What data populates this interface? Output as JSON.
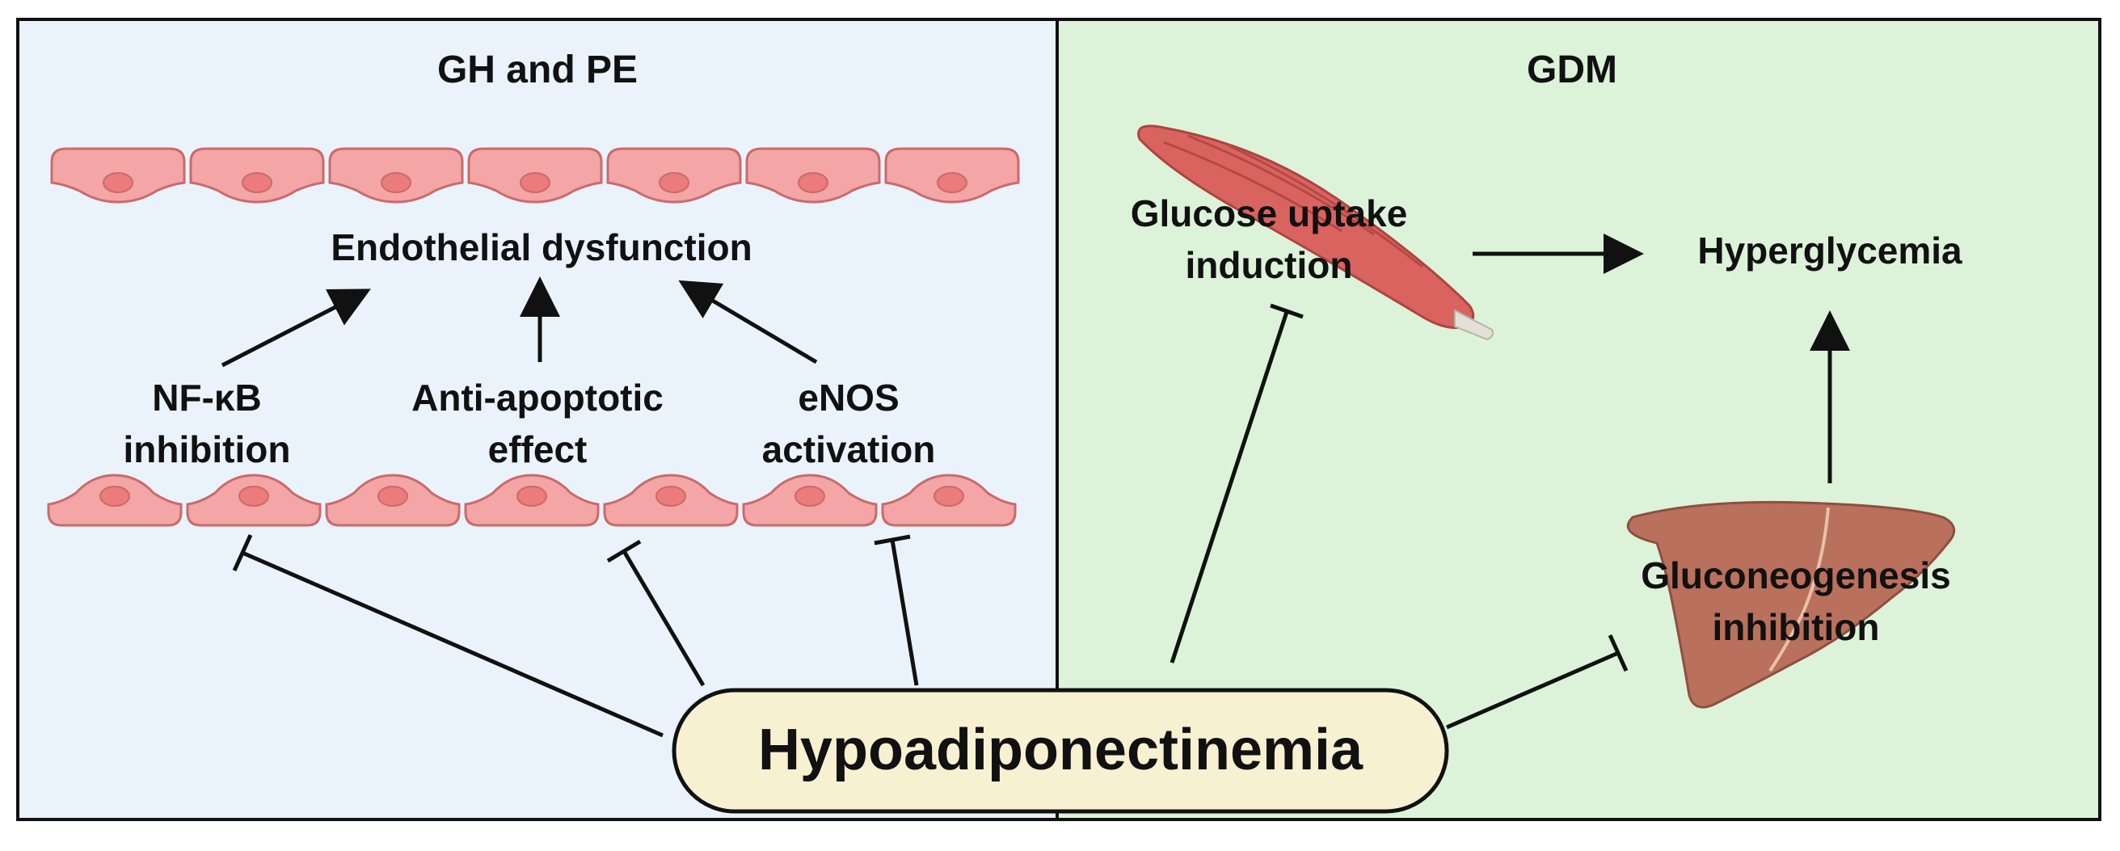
{
  "panels": {
    "left": {
      "title": "GH and PE",
      "bg": "#eaf3fb"
    },
    "right": {
      "title": "GDM",
      "bg": "#dcf3da"
    }
  },
  "labels": {
    "endothelial_dysfunction": "Endothelial dysfunction",
    "nfkb_line1": "NF-κB",
    "nfkb_line2": "inhibition",
    "anti_line1": "Anti-apoptotic",
    "anti_line2": "effect",
    "enos_line1": "eNOS",
    "enos_line2": "activation",
    "glucose_line1": "Glucose uptake",
    "glucose_line2": "induction",
    "hyperglycemia": "Hyperglycemia",
    "gluco_line1": "Gluconeogenesis",
    "gluco_line2": "inhibition",
    "central": "Hypoadiponectinemia"
  },
  "colors": {
    "cell_fill": "#f4a5a5",
    "cell_stroke": "#c96b6b",
    "nucleus": "#ec7b7b",
    "central_fill": "#f7f1d2",
    "muscle": "#d9635f",
    "liver": "#b9705c",
    "arrow": "#111111"
  },
  "icons": {
    "top_cells": "endothelial-cell-icon",
    "bottom_cells": "endothelial-cell-icon",
    "muscle": "muscle-icon",
    "liver": "liver-icon"
  }
}
